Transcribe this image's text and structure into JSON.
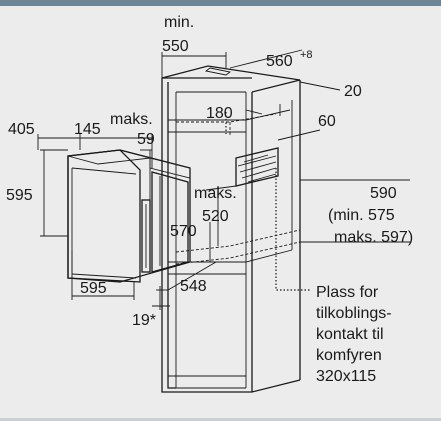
{
  "labels": {
    "cabinet_depth_min": "min.",
    "cabinet_depth": "550",
    "cabinet_width": "560",
    "cabinet_width_tol": "+8",
    "cabinet_top": "20",
    "oven_depth_total": "405",
    "oven_depth_body": "145",
    "maks_label_1": "maks.",
    "maks_value_1": "59",
    "vent_180": "180",
    "vent_60": "60",
    "oven_height": "595",
    "maks_label_2": "maks.",
    "maks_value_2": "520",
    "niche_height": "590",
    "niche_min": "(min. 575",
    "niche_max": "maks. 597)",
    "oven_inner_570": "570",
    "oven_width": "595",
    "oven_548": "548",
    "oven_19": "19*",
    "socket_note": [
      "Plass for",
      "tilkoblings-",
      "kontakt til",
      "komfyren",
      "320x115"
    ]
  }
}
